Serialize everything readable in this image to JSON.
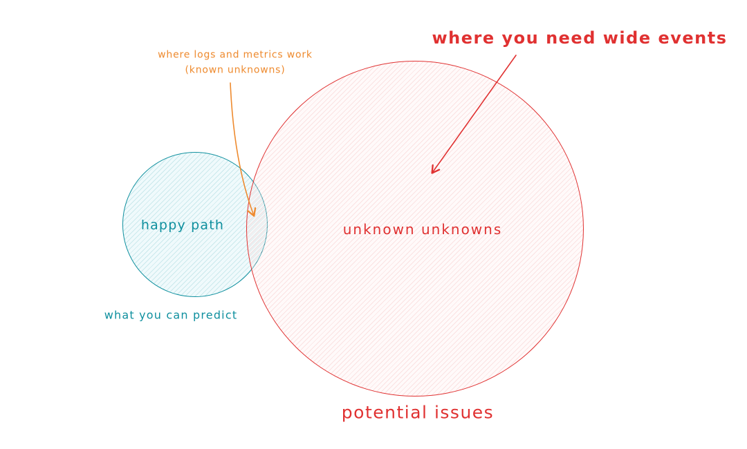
{
  "diagram": {
    "type": "venn-annotated",
    "circles": {
      "happy_path": {
        "label": "happy path",
        "caption": "what you can predict",
        "stroke_color": "#0e8f9e",
        "fill_color": "#def5f8"
      },
      "unknown_unknowns": {
        "label": "unknown unknowns",
        "caption": "potential issues",
        "stroke_color": "#e03131",
        "fill_color": "#fdeef0"
      }
    },
    "annotations": {
      "logs_metrics": {
        "line1": "where logs and metrics work",
        "line2": "(known unknowns)",
        "color": "#ee8a2e",
        "arrow_target": "overlap-of-circles"
      },
      "wide_events": {
        "label": "where you need wide events",
        "color": "#e03131",
        "arrow_target": "inside-large-circle"
      }
    }
  }
}
